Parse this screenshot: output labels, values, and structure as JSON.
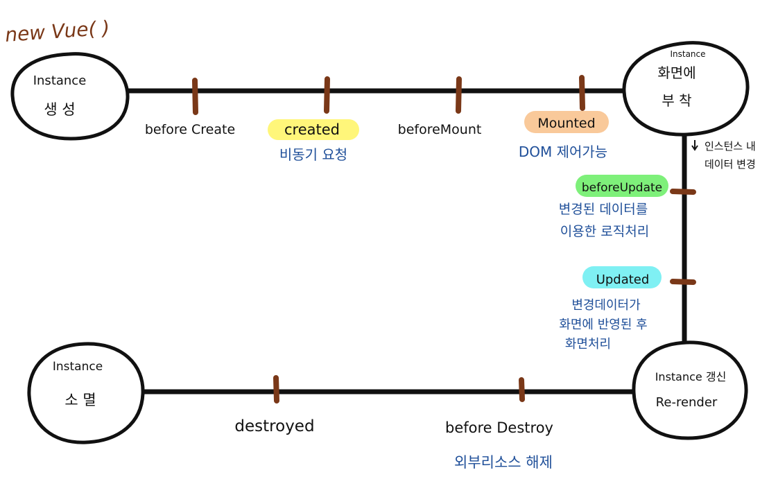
{
  "title": "new Vue( )",
  "nodes": {
    "create": {
      "top": "Instance",
      "bottom": "생 성"
    },
    "mount": {
      "top": "Instance",
      "line1": "화면에",
      "line2": "부 착"
    },
    "update": {
      "line1": "Instance 갱신",
      "line2": "Re-render"
    },
    "destroy": {
      "top": "Instance",
      "bottom": "소 멸"
    }
  },
  "hooks": {
    "beforeCreate": {
      "label": "before Create"
    },
    "created": {
      "label": "created",
      "note": "비동기 요청",
      "highlight": "#fff67a"
    },
    "beforeMount": {
      "label": "beforeMount"
    },
    "mounted": {
      "label": "Mounted",
      "note": "DOM 제어가능",
      "highlight": "#f9c99a"
    },
    "beforeUpdate": {
      "label": "beforeUpdate",
      "note_line1": "변경된 데이터를",
      "note_line2": "이용한 로직처리",
      "highlight": "#7ef07a"
    },
    "updated": {
      "label": "Updated",
      "note_line1": "변경데이터가",
      "note_line2": "화면에 반영된 후",
      "note_line3": "화면처리",
      "highlight": "#7ff0f3"
    },
    "beforeDestroy": {
      "label": "before Destroy",
      "note": "외부리소스 해제"
    },
    "destroyed": {
      "label": "destroyed"
    }
  },
  "side_note": {
    "line1": "인스턴스 내",
    "line2": "데이터 변경"
  },
  "colors": {
    "line": "#111111",
    "tick": "#7a3818",
    "note": "#1f4f99",
    "title": "#7a3818"
  }
}
